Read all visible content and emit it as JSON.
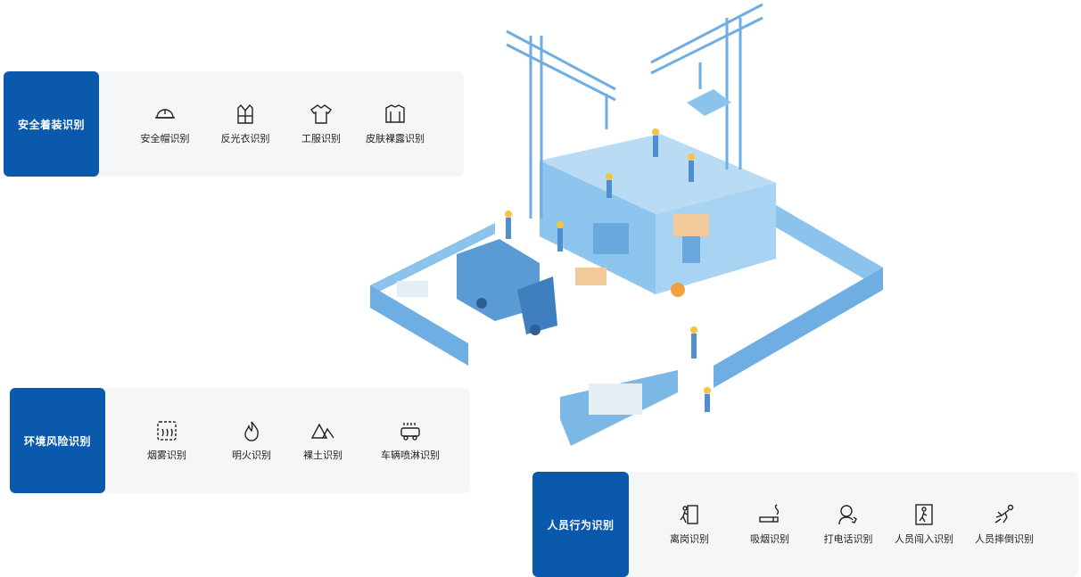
{
  "panels": {
    "safety": {
      "title": "安全着装识别",
      "items": [
        {
          "label": "安全帽识别",
          "icon": "helmet-icon"
        },
        {
          "label": "反光衣识别",
          "icon": "reflective-vest-icon"
        },
        {
          "label": "工服识别",
          "icon": "work-clothes-icon"
        },
        {
          "label": "皮肤裸露识别",
          "icon": "skin-exposure-icon"
        }
      ]
    },
    "env": {
      "title": "环境风险识别",
      "items": [
        {
          "label": "烟雾识别",
          "icon": "smoke-icon"
        },
        {
          "label": "明火识别",
          "icon": "fire-icon"
        },
        {
          "label": "裸土识别",
          "icon": "bare-soil-icon"
        },
        {
          "label": "车辆喷淋识别",
          "icon": "vehicle-spray-icon"
        }
      ]
    },
    "behavior": {
      "title": "人员行为识别",
      "items": [
        {
          "label": "离岗识别",
          "icon": "leave-post-icon"
        },
        {
          "label": "吸烟识别",
          "icon": "smoking-icon"
        },
        {
          "label": "打电话识别",
          "icon": "phone-call-icon"
        },
        {
          "label": "人员闯入识别",
          "icon": "intrusion-icon"
        },
        {
          "label": "人员摔倒识别",
          "icon": "fall-icon"
        }
      ]
    }
  },
  "colors": {
    "accent": "#0a59ad",
    "card_bg": "#f5f6f8",
    "scene_light": "#a9d2f0",
    "scene_mid": "#7db8e6",
    "scene_dark": "#4f94d1"
  }
}
